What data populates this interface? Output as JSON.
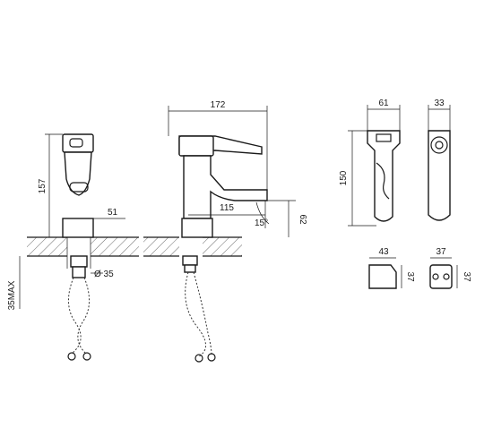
{
  "dimensions": {
    "front_height": "157",
    "front_spout_offset": "51",
    "hole_diameter": "Ø 35",
    "max_thickness": "35MAX",
    "side_length": "172",
    "side_reach": "115",
    "spout_angle": "15°",
    "spout_height": "62",
    "sprayer_width": "61",
    "sprayer_height": "150",
    "sprayer_depth": "33",
    "holder_width": "43",
    "holder_height": "37",
    "holder2_width": "37",
    "holder2_height": "37"
  }
}
